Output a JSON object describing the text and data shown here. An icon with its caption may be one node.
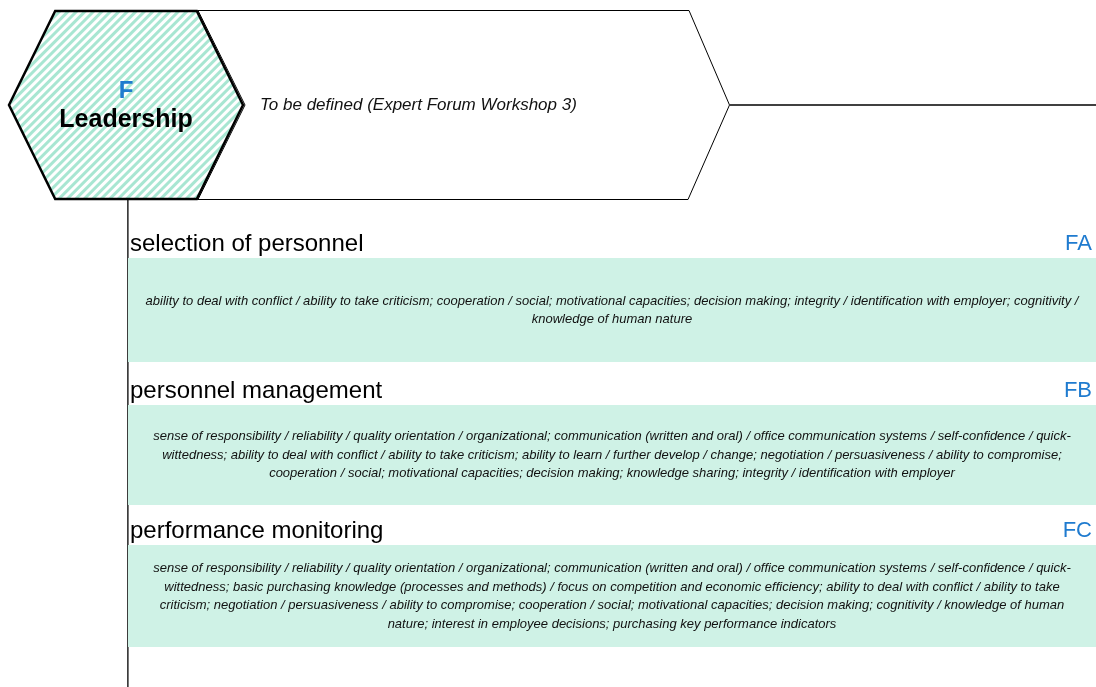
{
  "diagram": {
    "nodes": [
      {
        "text": [
          "F",
          "Leadership"
        ]
      },
      {
        "text": [
          "To be defined (Expert Forum Workshop 3)"
        ]
      },
      {
        "text": [
          "selection of personnel",
          "FA",
          "ability to deal with conflict / ability to take criticism; cooperation / social; motivational capacities; decision making; integrity / identification with employer; cognitivity / knowledge of human nature"
        ]
      },
      {
        "text": [
          "personnel management",
          "FB",
          "sense of responsibility / reliability / quality orientation / organizational; communication (written and oral)  / office communication systems / self-confidence / quick-wittedness; ability to deal with conflict / ability to take criticism; ability to learn / further develop / change; negotiation / persuasiveness / ability to compromise; cooperation / social; motivational capacities; decision making; knowledge sharing; integrity / identification with employer"
        ]
      },
      {
        "text": [
          "performance monitoring",
          "FC",
          "sense of responsibility / reliability / quality orientation / organizational; communication (written and oral)  / office communication systems / self-confidence / quick-wittedness; basic purchasing knowledge (processes and methods) / focus on competition and economic efficiency; ability to deal with conflict / ability to take criticism; negotiation / persuasiveness / ability to compromise; cooperation / social; motivational capacities; decision making; cognitivity / knowledge of human nature; interest in employee decisions; purchasing key performance indicators"
        ]
      }
    ],
    "edges": [
      {
        "from": 1,
        "to": null,
        "arrow": "none"
      },
      {
        "from": 0,
        "to": null,
        "arrow": "none"
      }
    ]
  }
}
